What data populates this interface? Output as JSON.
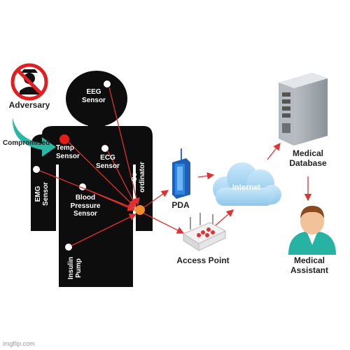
{
  "labels": {
    "adversary": "Adversary",
    "compromised": "Compromised",
    "eeg_sensor": "EEG\nSensor",
    "temp_sensor": "Temp\nSensor",
    "ecg_sensor": "ECG\nSensor",
    "coordinator": "Co\nordinator",
    "emg_sensor": "EMG\nSensor",
    "blood_pressure_sensor": "Blood\nPressure\nSensor",
    "insulin_pump": "Insulin\nPump",
    "pda": "PDA",
    "internet": "Internet",
    "access_point": "Access Point",
    "medical_database": "Medical\nDatabase",
    "medical_assistant": "Medical\nAssistant"
  },
  "watermark": "imgflip.com",
  "colors": {
    "body": "#0d0d0d",
    "arrow": "#e03030",
    "compromised_node": "#e81b1b",
    "coordinator_node": "#f08a2a",
    "sensor_node": "#ffffff",
    "cloud": "#a9d6f2",
    "teal_arrow": "#2bb7a5",
    "prohibit": "#e02020"
  }
}
